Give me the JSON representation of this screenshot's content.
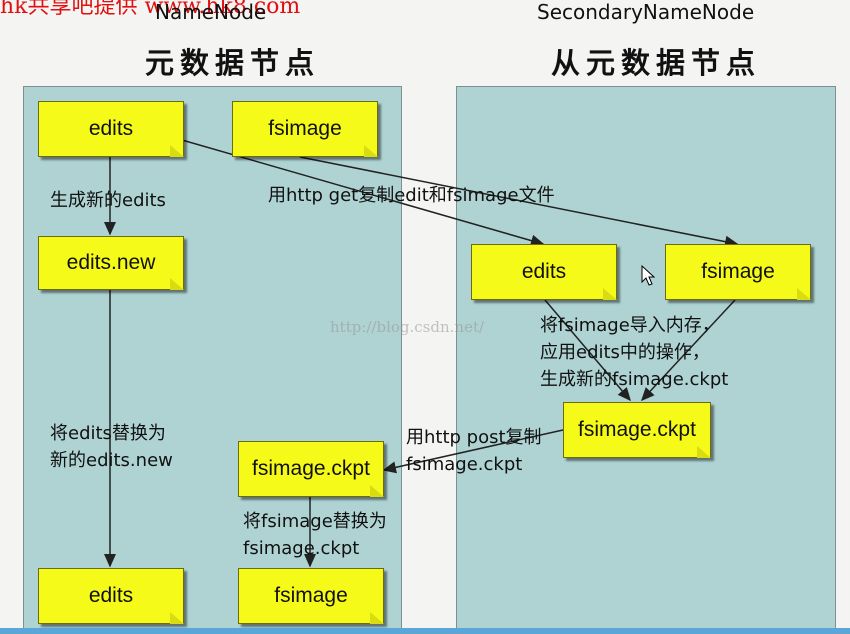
{
  "watermark": "hk共享吧提供 www.hk8.com",
  "url_watermark": "http://blog.csdn.net/",
  "left": {
    "header": "NameNode",
    "title": "元数据节点",
    "boxes": {
      "edits_top": "edits",
      "fsimage_top": "fsimage",
      "edits_new": "edits.new",
      "fsimage_ckpt": "fsimage.ckpt",
      "edits_bottom": "edits",
      "fsimage_bottom": "fsimage"
    },
    "labels": {
      "gen_new_edits": "生成新的edits",
      "replace_edits": "将edits替换为\n新的edits.new",
      "replace_fsimage": "将fsimage替换为\nfsimage.ckpt"
    }
  },
  "right": {
    "header": "SecondaryNameNode",
    "title": "从元数据节点",
    "boxes": {
      "edits": "edits",
      "fsimage": "fsimage",
      "fsimage_ckpt": "fsimage.ckpt"
    },
    "labels": {
      "load_memory": "将fsimage导入内存，\n应用edits中的操作，\n生成新的fsimage.ckpt"
    }
  },
  "arrows": {
    "http_get": "用http get复制edit和fsimage文件",
    "http_post": "用http post复制\nfsimage.ckpt"
  },
  "colors": {
    "panel": "#afd3d3",
    "box": "#f5fa18",
    "watermark": "#e01010"
  }
}
